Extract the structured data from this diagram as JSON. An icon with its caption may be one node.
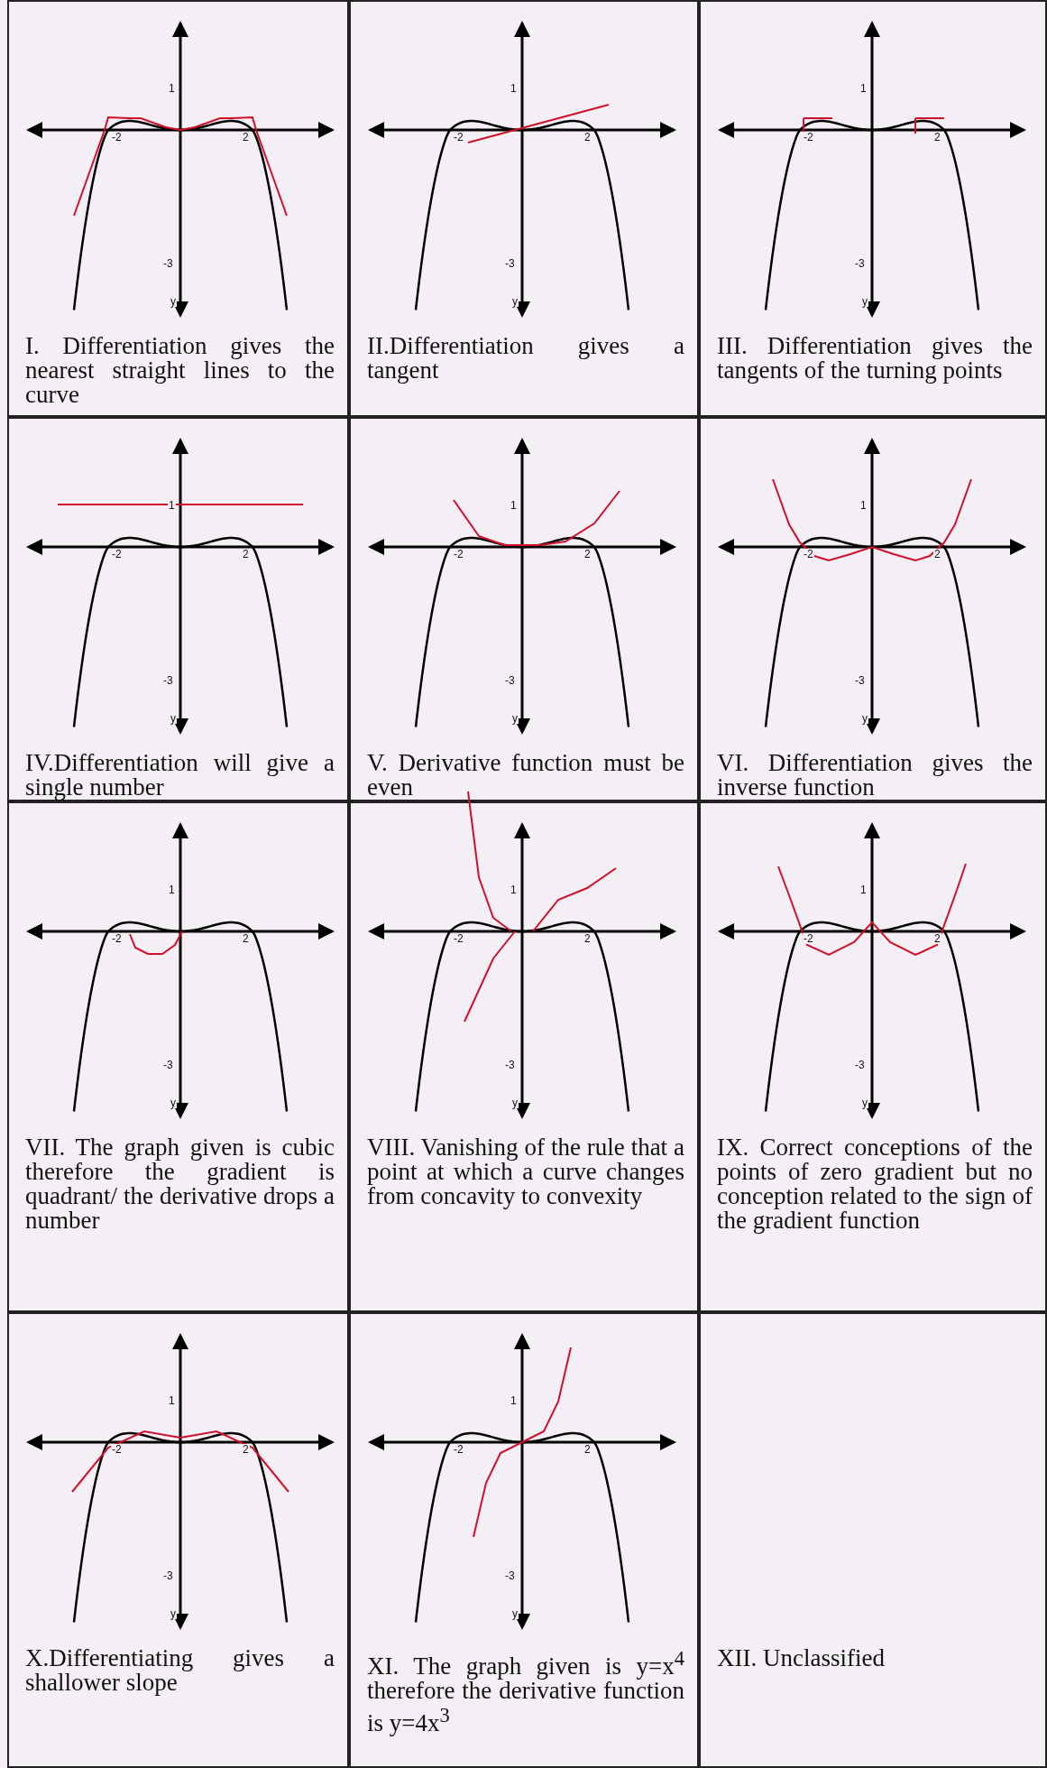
{
  "diagram": {
    "nodes": [
      {
        "text": [
          "I. Differentiation gives the nearest straight lines to the curve"
        ]
      },
      {
        "text": [
          "II.Differentiation gives a tangent"
        ]
      },
      {
        "text": [
          "III. Differentiation gives the tangents of the turning points"
        ]
      },
      {
        "text": [
          "IV.Differentiation will give a single number"
        ]
      },
      {
        "text": [
          "V. Derivative function must be even"
        ]
      },
      {
        "text": [
          "VI. Differentiation gives the inverse function"
        ]
      },
      {
        "text": [
          "VII. The graph given is cubic therefore the gradient is quadrant/ the derivative drops a number"
        ]
      },
      {
        "text": [
          "VIII. Vanishing of the rule that a point at which a curve changes from concavity to convexity"
        ]
      },
      {
        "text": [
          "IX. Correct conceptions of the points of zero gradient but no conception related to the sign of the gradient function"
        ]
      },
      {
        "text": [
          "X.Differentiating gives a shallower slope"
        ]
      },
      {
        "text": [
          "XI. The graph given is y=x$^{4}$ therefore the derivative function is y=4x$^{3}$"
        ]
      },
      {
        "text": [
          "XII. Unclassified"
        ]
      }
    ],
    "labels": [
      "1",
      "-2",
      "2",
      "-3",
      "y",
      "1",
      "-2",
      "2",
      "-3",
      "y",
      "1",
      "-2",
      "2",
      "-3",
      "y",
      "1",
      "-2",
      "2",
      "-3",
      "y",
      "1",
      "-2",
      "2",
      "-3",
      "y",
      "1",
      "-2",
      "2",
      "-3",
      "y",
      "1",
      "-2",
      "2",
      "-3",
      "y",
      "1",
      "-2",
      "2",
      "-3",
      "y",
      "1",
      "-2",
      "2",
      "-3",
      "y",
      "1",
      "-2",
      "2",
      "-3",
      "y",
      "1",
      "-2",
      "2",
      "-3",
      "y"
    ]
  }
}
